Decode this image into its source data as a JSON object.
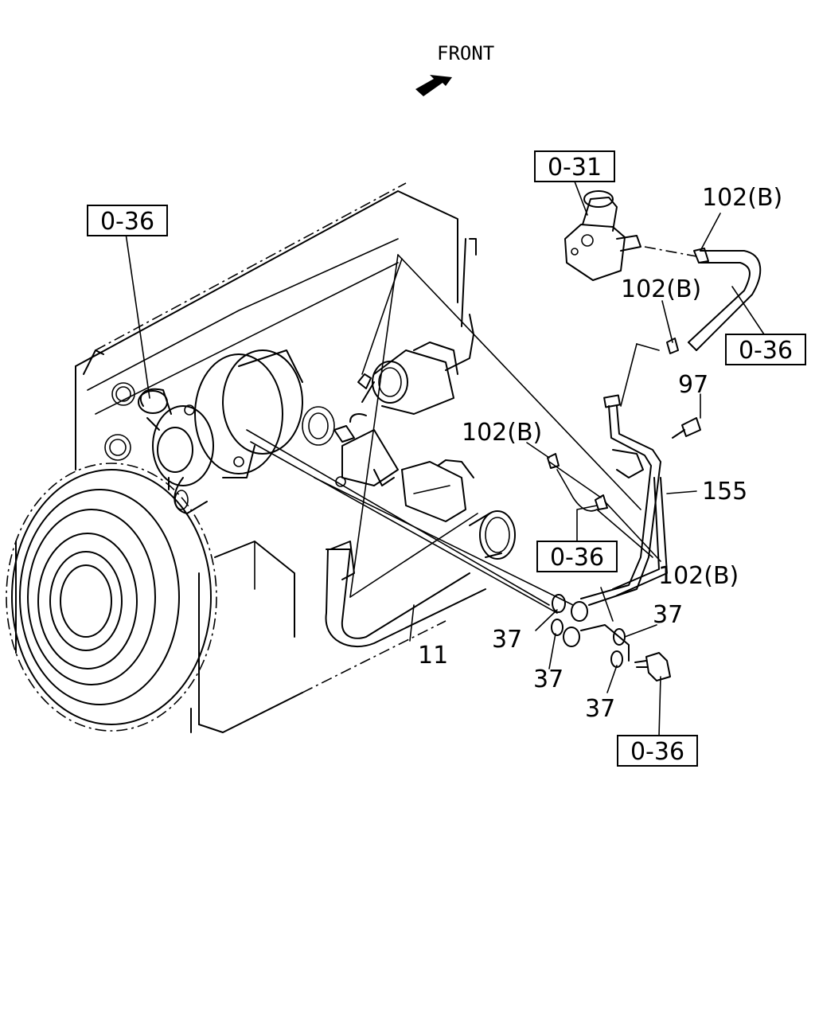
{
  "front_label": "FRONT",
  "refs": {
    "r1": "0-36",
    "r2": "0-31",
    "r3": "0-36",
    "r4": "0-36",
    "r5": "0-36"
  },
  "parts": {
    "p102_top": "102(B)",
    "p102_mid": "102(B)",
    "p102_left": "102(B)",
    "p102_low": "102(B)",
    "p97": "97",
    "p155": "155",
    "p11": "11",
    "p37_a": "37",
    "p37_b": "37",
    "p37_c": "37",
    "p37_d": "37"
  }
}
